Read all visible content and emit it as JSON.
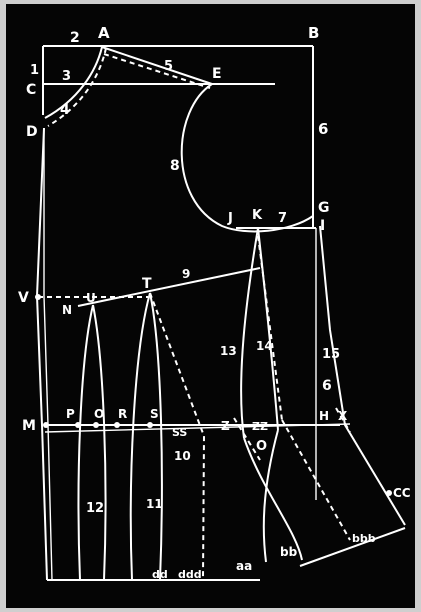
{
  "colors": {
    "background": "#050505",
    "ink": "#ffffff"
  },
  "points": {
    "A": "A",
    "B": "B",
    "C": "C",
    "D": "D",
    "E": "E",
    "G": "G",
    "I": "I",
    "J": "J",
    "K": "K",
    "V": "V",
    "N": "N",
    "U": "U",
    "T": "T",
    "M": "M",
    "P": "P",
    "O": "O",
    "R": "R",
    "S": "S",
    "SS": "SS",
    "Z": "Z",
    "ZZ": "ZZ",
    "H": "H",
    "X": "X",
    "CC": "CC",
    "AA": "aa",
    "BB": "bb",
    "BBB": "bbb",
    "DD": "dd",
    "DDD": "ddd",
    "O_LOW": "O"
  },
  "numbers": {
    "n1": "1",
    "n2": "2",
    "n3": "3",
    "n4": "4",
    "n5": "5",
    "n6_top": "6",
    "n6_side": "6",
    "n7": "7",
    "n8": "8",
    "n9": "9",
    "n10": "10",
    "n11": "11",
    "n12": "12",
    "n13": "13",
    "n14": "14",
    "n15": "15"
  }
}
